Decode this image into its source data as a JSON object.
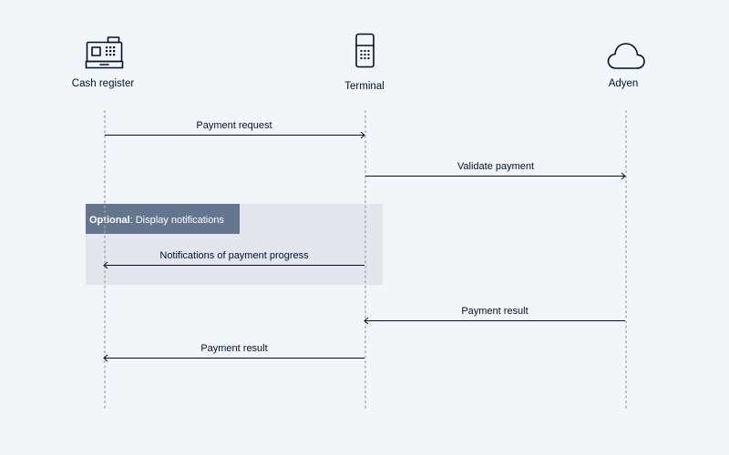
{
  "participants": [
    {
      "id": "cash-register",
      "label": "Cash register",
      "icon": "cash-register-icon"
    },
    {
      "id": "terminal",
      "label": "Terminal",
      "icon": "payment-terminal-icon"
    },
    {
      "id": "adyen",
      "label": "Adyen",
      "icon": "cloud-icon"
    }
  ],
  "optional_block": {
    "tag_bold": "Optional",
    "tag_rest": ": Display notifications"
  },
  "messages": [
    {
      "label": "Payment request",
      "from": "cash-register",
      "to": "terminal"
    },
    {
      "label": "Validate payment",
      "from": "terminal",
      "to": "adyen"
    },
    {
      "label": "Notifications of payment progress",
      "from": "terminal",
      "to": "cash-register"
    },
    {
      "label": "Payment result",
      "from": "adyen",
      "to": "terminal"
    },
    {
      "label": "Payment result",
      "from": "terminal",
      "to": "cash-register"
    }
  ],
  "colors": {
    "background": "#f3f6f9",
    "optional_box": "#e3e6ed",
    "optional_tag": "#66758f",
    "text": "#00112c"
  }
}
